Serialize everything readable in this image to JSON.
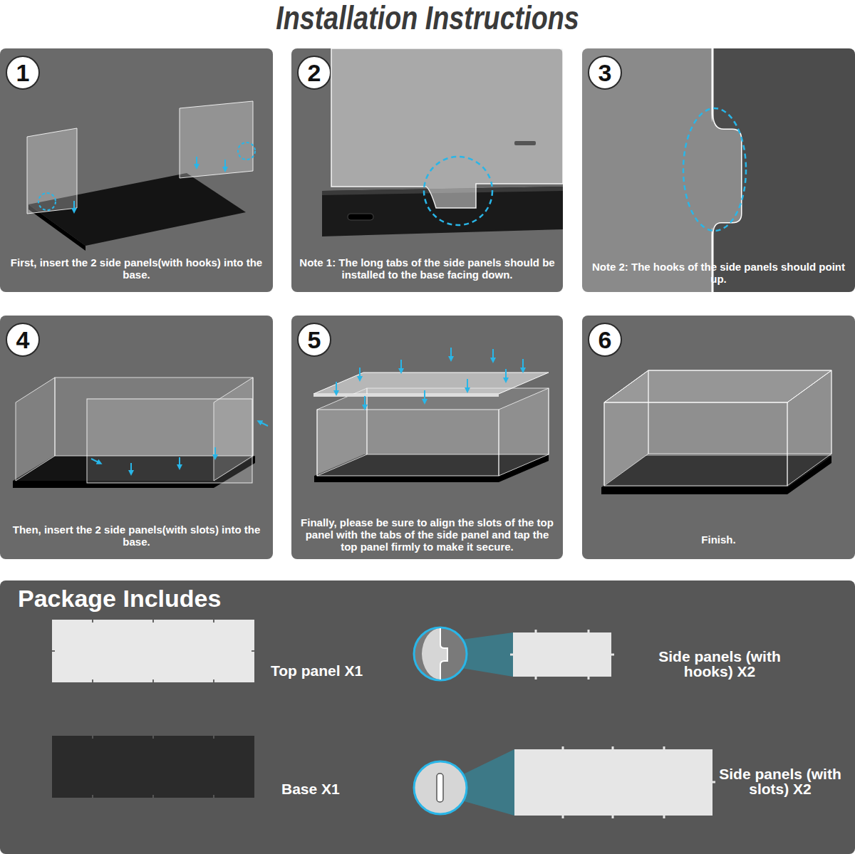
{
  "diagram": {
    "title": "Installation Instructions",
    "nodes": [
      {
        "text": [
          "1",
          "First, insert the 2 side panels(with hooks) into the base."
        ]
      },
      {
        "text": [
          "2",
          "Note 1: The long tabs of the side panels should be installed to the base facing down."
        ]
      },
      {
        "text": [
          "3",
          "Note 2: The hooks of the side panels should point up."
        ]
      },
      {
        "text": [
          "4",
          "Then, insert the 2 side panels(with slots) into the base."
        ]
      },
      {
        "text": [
          "5",
          "Finally, please be sure to align the slots of the top panel with the tabs of the side panel and tap the top panel firmly to make it secure."
        ]
      },
      {
        "text": [
          "6",
          "Finish."
        ]
      },
      {
        "text": [
          "Package Includes"
        ]
      }
    ],
    "labels": [
      "Top panel X1",
      "Base X1",
      "Side panels (with hooks) X2",
      "Side panels (with slots) X2"
    ]
  }
}
